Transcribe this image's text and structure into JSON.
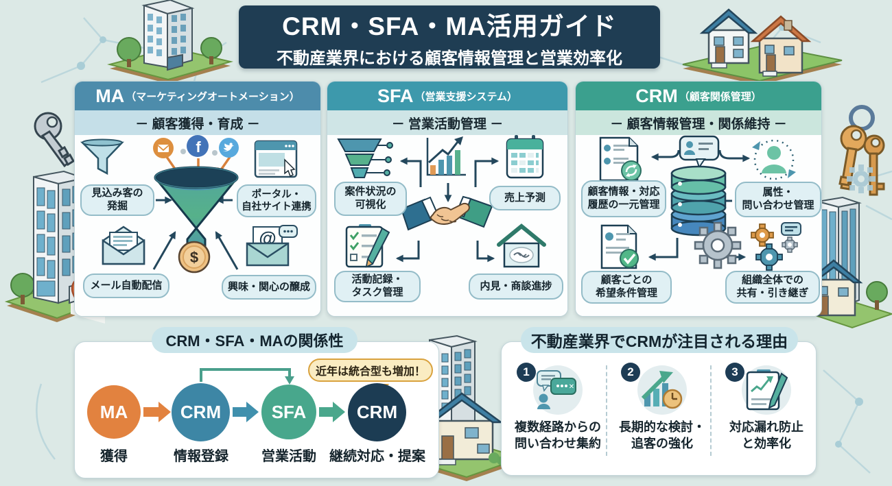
{
  "palette": {
    "background": "#dce9e6",
    "banner_bg": "#1f3d53",
    "panel_bg": "#ffffff",
    "pill_bg": "#e0f0f4",
    "pill_border": "#94bcc8",
    "connector_arrow": "#23475c",
    "ma_header_bg": "#4d8cab",
    "sfa_header_bg": "#3d99ac",
    "crm_header_bg": "#3ba08e",
    "callout_bg": "#faecc2",
    "callout_border": "#d9a23e",
    "number_badge_bg": "#1d3c55",
    "title_pill_bg": "#c9e4ea"
  },
  "glyphs": {
    "facebook": "f",
    "dollar": "$",
    "at": "@",
    "bubble_dots": "…",
    "cross": "✕"
  },
  "header": {
    "title": "CRM・SFA・MA活用ガイド",
    "subtitle": "不動産業界における顧客情報管理と営業効率化"
  },
  "columns": [
    {
      "abbr": "MA",
      "full": "（マーケティングオートメーション）",
      "role": "－ 顧客獲得・育成 －",
      "header_bg": "#4d8cab",
      "role_bg": "#c5dfe8",
      "labels": [
        "見込み客の\n発掘",
        "ポータル・\n自社サイト連携",
        "メール自動配信",
        "興味・関心の醸成"
      ]
    },
    {
      "abbr": "SFA",
      "full": "（営業支援システム）",
      "role": "－ 営業活動管理 －",
      "header_bg": "#3d99ac",
      "role_bg": "#cfe5e6",
      "labels": [
        "案件状況の\n可視化",
        "売上予測",
        "活動記録・\nタスク管理",
        "内見・商談進捗"
      ]
    },
    {
      "abbr": "CRM",
      "full": "（顧客関係管理）",
      "role": "－ 顧客情報管理・関係維持 －",
      "header_bg": "#3ba08e",
      "role_bg": "#cbe6dd",
      "labels": [
        "顧客情報・対応\n履歴の一元管理",
        "属性・\n問い合わせ管理",
        "顧客ごとの\n希望条件管理",
        "組織全体での\n共有・引き継ぎ"
      ]
    }
  ],
  "relationship": {
    "title": "CRM・SFA・MAの関係性",
    "callout": "近年は統合型も増加！",
    "steps": [
      {
        "label": "MA",
        "caption": "獲得",
        "color": "#e2823f"
      },
      {
        "label": "CRM",
        "caption": "情報登録",
        "color": "#3d86a5"
      },
      {
        "label": "SFA",
        "caption": "営業活動",
        "color": "#48a78c"
      },
      {
        "label": "CRM",
        "caption": "継続対応・提案",
        "color": "#1c3c53"
      }
    ]
  },
  "reasons": {
    "title": "不動産業界でCRMが注目される理由",
    "items": [
      {
        "number": "1",
        "label": "複数経路からの\n問い合わせ集約",
        "icon": "chat-bubbles-icon"
      },
      {
        "number": "2",
        "label": "長期的な検討・\n追客の強化",
        "icon": "growth-clock-icon"
      },
      {
        "number": "3",
        "label": "対応漏れ防止\nと効率化",
        "icon": "clipboard-pencil-icon"
      }
    ]
  },
  "decorations": {
    "items": [
      "office-building-icon",
      "blue-roof-house-icon",
      "orange-roof-house-icon",
      "silver-key-icon",
      "gold-keys-icon",
      "map-pin-icon",
      "tree-icon",
      "gear-icon",
      "network-lines"
    ]
  }
}
